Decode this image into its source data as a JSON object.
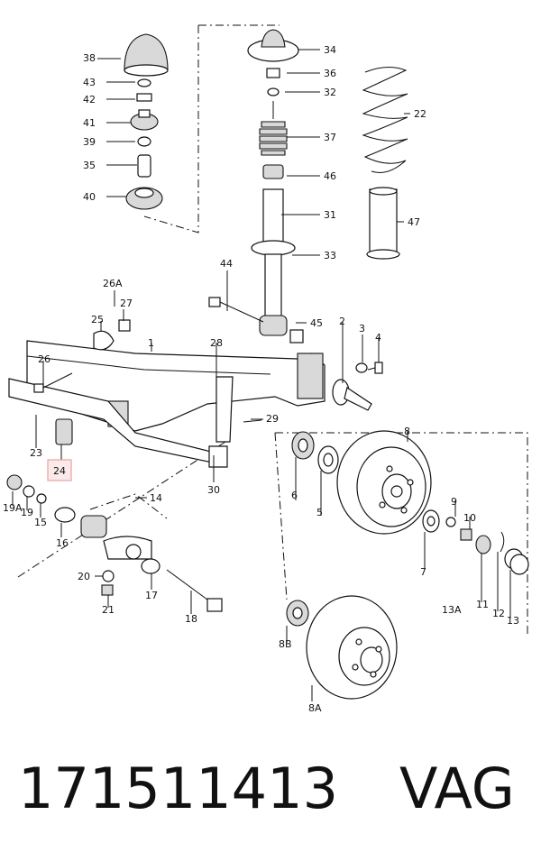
{
  "labels": {
    "l38": "38",
    "l43": "43",
    "l42": "42",
    "l41": "41",
    "l39": "39",
    "l35": "35",
    "l40": "40",
    "l34": "34",
    "l36": "36",
    "l32": "32",
    "l37": "37",
    "l46": "46",
    "l31": "31",
    "l33": "33",
    "l22": "22",
    "l47": "47",
    "l44": "44",
    "l45": "45",
    "l26A": "26A",
    "l27": "27",
    "l25": "25",
    "l1": "1",
    "l28": "28",
    "l2": "2",
    "l3": "3",
    "l4": "4",
    "l26": "26",
    "l29": "29",
    "l23": "23",
    "l24": "24",
    "l30": "30",
    "l19A": "19A",
    "l19": "19",
    "l15": "15",
    "l16": "16",
    "l14": "14",
    "l20": "20",
    "l21": "21",
    "l17": "17",
    "l18": "18",
    "l8": "8",
    "l6": "6",
    "l5": "5",
    "l9": "9",
    "l10": "10",
    "l7": "7",
    "l11": "11",
    "l12": "12",
    "l13": "13",
    "l13A": "13A",
    "l8B": "8B",
    "l8A": "8A"
  },
  "highlight": {
    "label": "24",
    "color": "#e8a0a0"
  },
  "footer": {
    "part_number": "171511413",
    "brand": "VAG"
  }
}
